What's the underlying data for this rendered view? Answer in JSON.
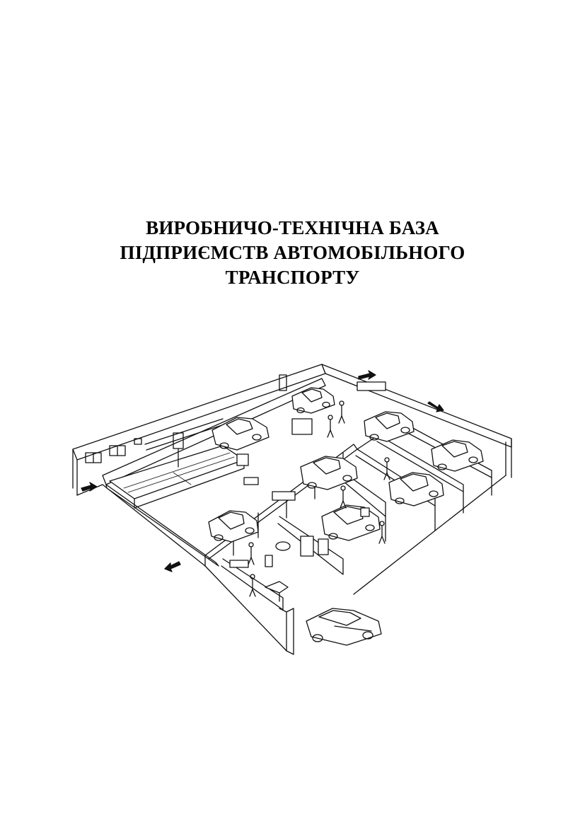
{
  "document": {
    "title_lines": [
      "ВИРОБНИЧО-ТЕХНІЧНА БАЗА",
      "ПІДПРИЄМСТВ АВТОМОБІЛЬНОГО",
      "ТРАНСПОРТУ"
    ]
  },
  "illustration": {
    "subject": "auto-service-workshop-cutaway",
    "stroke_color": "#111111",
    "fill_color": "#ffffff"
  }
}
